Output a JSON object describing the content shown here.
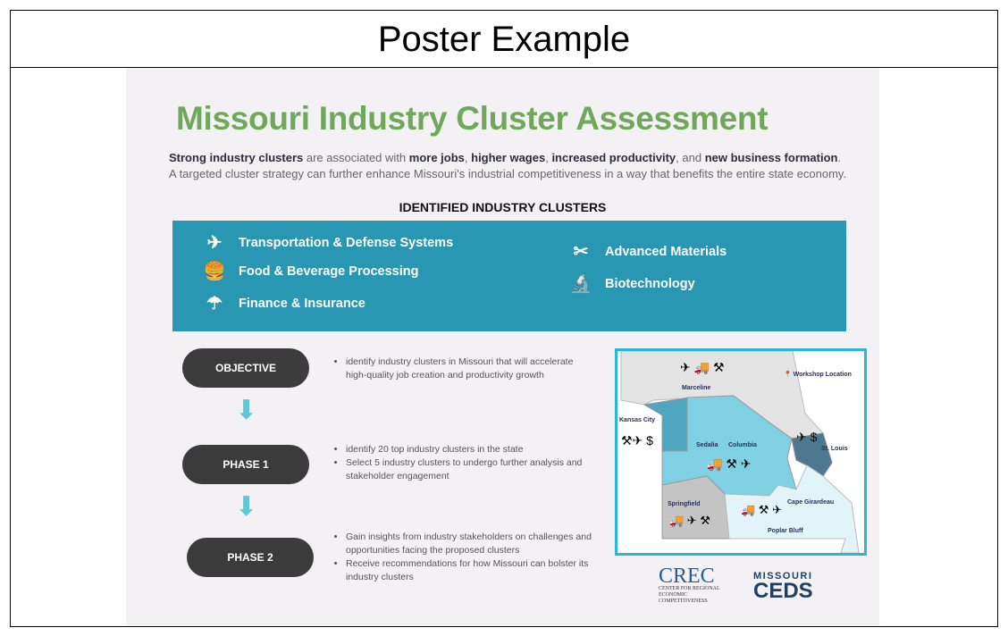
{
  "slide": {
    "title": "Poster Example"
  },
  "poster": {
    "title": "Missouri Industry Cluster Assessment",
    "intro": {
      "b1": "Strong industry clusters",
      "t1": " are associated with ",
      "b2": "more jobs",
      "t2": ", ",
      "b3": "higher wages",
      "t3": ", ",
      "b4": "increased productivity",
      "t4": ", and ",
      "b5": "new business formation",
      "t5": ". A targeted cluster strategy can further enhance Missouri's industrial competitiveness in a way that benefits the entire state economy."
    },
    "clusters_heading": "IDENTIFIED INDUSTRY CLUSTERS",
    "clusters": [
      {
        "label": "Transportation & Defense Systems",
        "icon": "airplane-icon"
      },
      {
        "label": "Food & Beverage Processing",
        "icon": "food-icon"
      },
      {
        "label": "Finance & Insurance",
        "icon": "money-icon"
      },
      {
        "label": "Advanced Materials",
        "icon": "tools-icon"
      },
      {
        "label": "Biotechnology",
        "icon": "microscope-icon"
      }
    ],
    "steps": [
      {
        "label": "OBJECTIVE",
        "bullets": [
          "identify industry clusters in Missouri that will accelerate high-quality job creation and productivity growth"
        ]
      },
      {
        "label": "PHASE 1",
        "bullets": [
          "identify 20 top industry clusters in the state",
          "Select 5 industry clusters to undergo further analysis and stakeholder engagement"
        ]
      },
      {
        "label": "PHASE 2",
        "bullets": [
          "Gain insights from industry stakeholders on challenges and opportunities facing the proposed clusters",
          "Receive recommendations for how Missouri can bolster its industry clusters"
        ]
      }
    ],
    "map": {
      "legend": "Workshop Location",
      "cities": [
        "Marceline",
        "Kansas City",
        "Sedalia",
        "Columbia",
        "St. Louis",
        "Springfield",
        "Cape Girardeau",
        "Poplar Bluff"
      ],
      "colors": {
        "north": "#e3e3e3",
        "central": "#7fd0e3",
        "kc": "#4fa6bf",
        "stl": "#4d7890",
        "southwest": "#c4c4c4",
        "southeast": "#e3f4f8"
      }
    },
    "logos": {
      "crec": "CREC",
      "crec_sub": "CENTER FOR REGIONAL ECONOMIC COMPETITIVENESS",
      "ceds_top": "MISSOURI",
      "ceds": "CEDS"
    }
  }
}
